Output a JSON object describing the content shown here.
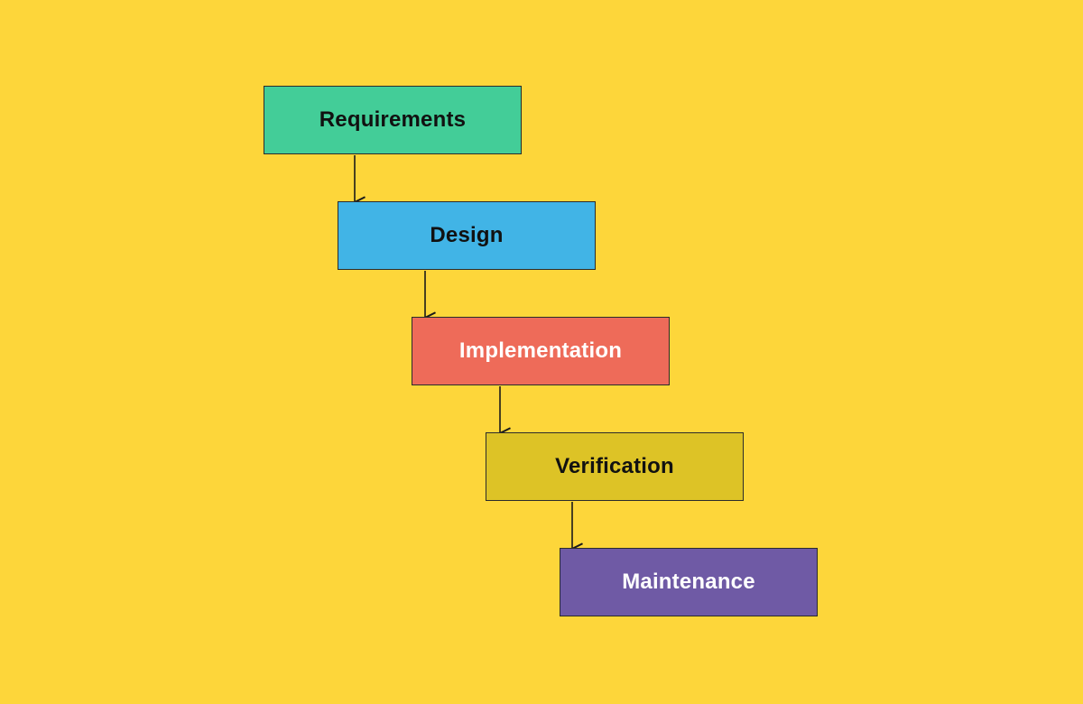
{
  "background_color": "#FDD63A",
  "stages": [
    {
      "label": "Requirements",
      "fill": "#43CD98",
      "text_color": "#111111"
    },
    {
      "label": "Design",
      "fill": "#41B4E6",
      "text_color": "#111111"
    },
    {
      "label": "Implementation",
      "fill": "#EE6B59",
      "text_color": "#FFFFFF"
    },
    {
      "label": "Verification",
      "fill": "#DDC326",
      "text_color": "#111111"
    },
    {
      "label": "Maintenance",
      "fill": "#6F5AA5",
      "text_color": "#FFFFFF"
    }
  ],
  "connector_color": "#1a1a1a"
}
